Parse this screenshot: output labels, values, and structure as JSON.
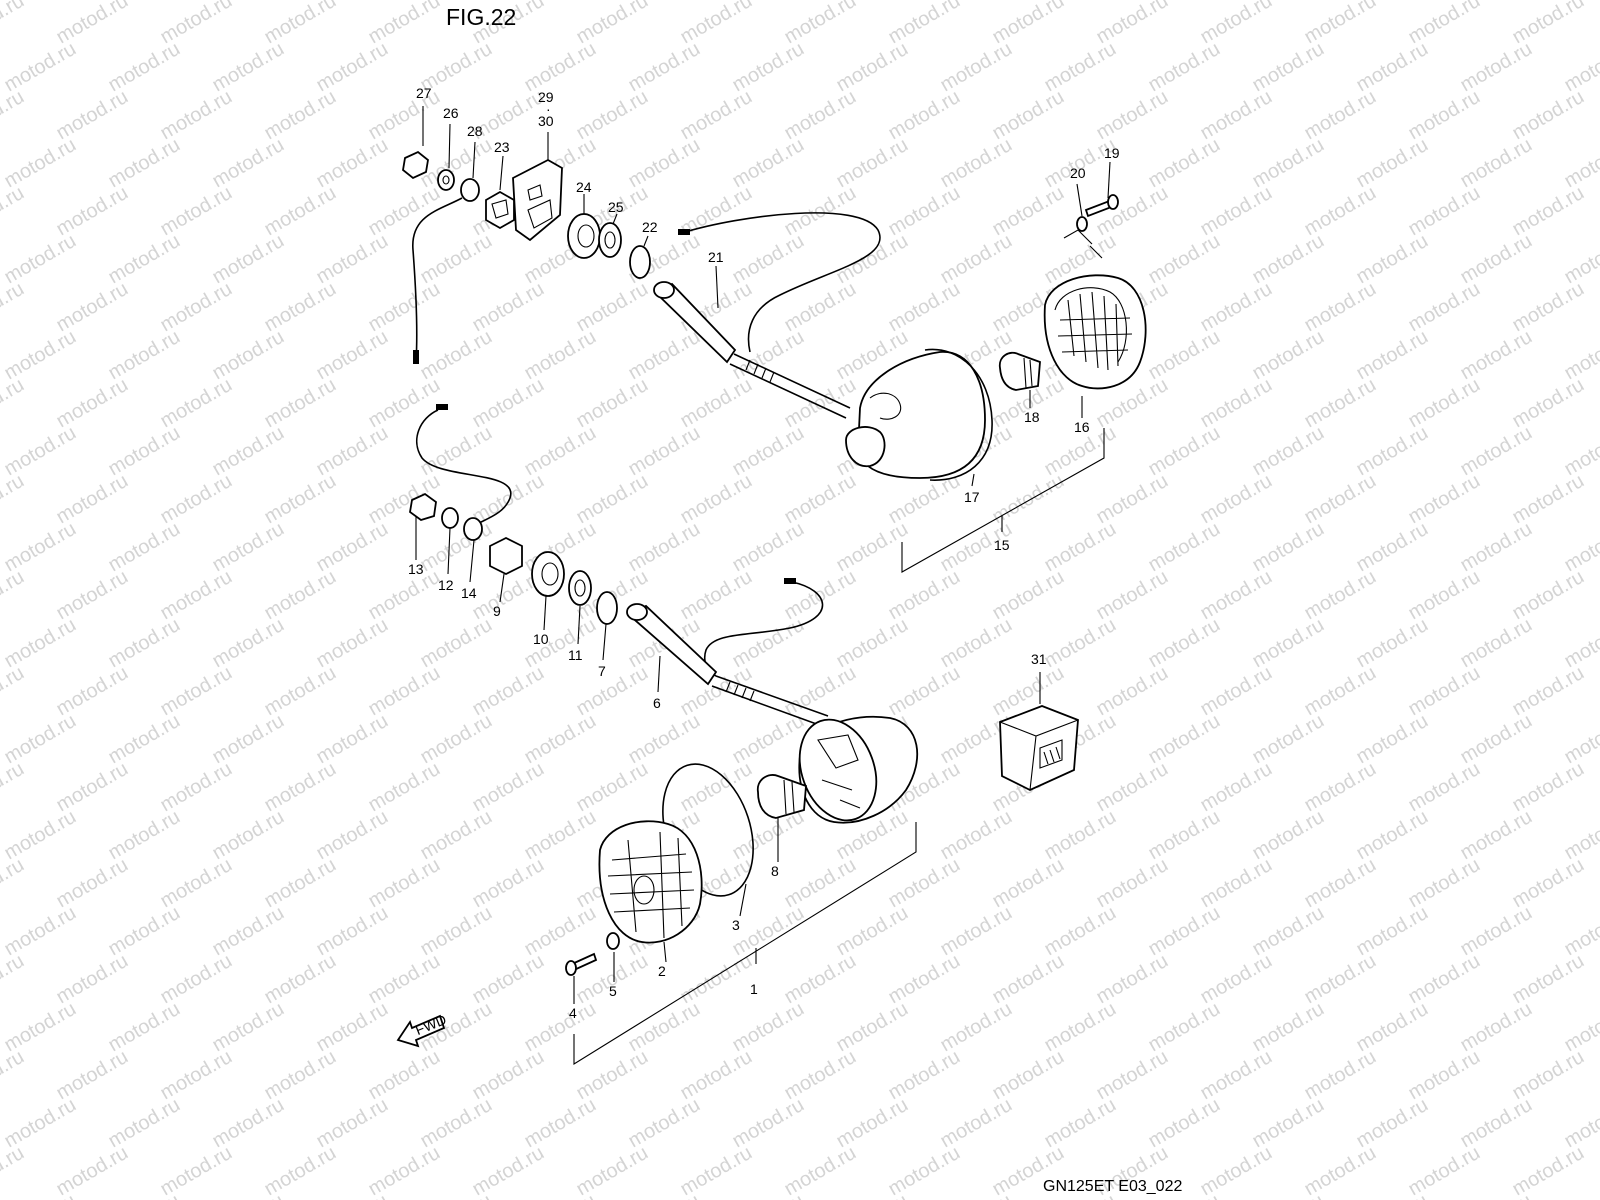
{
  "figure": {
    "title": "FIG.22",
    "code": "GN125ET E03_022"
  },
  "watermark": {
    "text": "motod.ru",
    "color": "#d4d4d4"
  },
  "fwd_label": "FWD",
  "callouts": {
    "p1": "1",
    "p2": "2",
    "p3": "3",
    "p4": "4",
    "p5": "5",
    "p6": "6",
    "p7": "7",
    "p8": "8",
    "p9": "9",
    "p10": "10",
    "p11": "11",
    "p12": "12",
    "p13": "13",
    "p14": "14",
    "p15": "15",
    "p16": "16",
    "p17": "17",
    "p18": "18",
    "p19": "19",
    "p20": "20",
    "p21": "21",
    "p22": "22",
    "p23": "23",
    "p24": "24",
    "p25": "25",
    "p26": "26",
    "p27": "27",
    "p28": "28",
    "p29": "29",
    "p30": "30",
    "p31": "31"
  }
}
